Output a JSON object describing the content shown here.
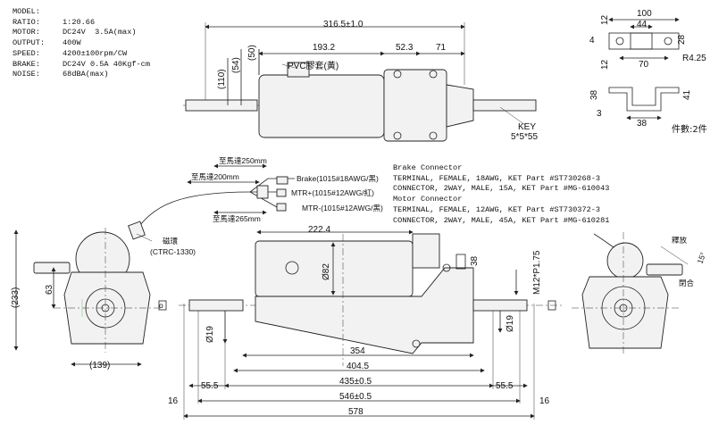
{
  "specs": [
    {
      "k": "MODEL:",
      "v": ""
    },
    {
      "k": "RATIO:",
      "v": "1:20.66"
    },
    {
      "k": "MOTOR:",
      "v": "DC24V  3.5A(max)"
    },
    {
      "k": "OUTPUT:",
      "v": "400W"
    },
    {
      "k": "SPEED:",
      "v": "4200±100rpm/CW"
    },
    {
      "k": "BRAKE:",
      "v": "DC24V 0.5A 40Kgf-cm"
    },
    {
      "k": "NOISE:",
      "v": "68dBA(max)"
    }
  ],
  "notes": [
    "Brake Connector",
    "TERMINAL, FEMALE, 18AWG, KET Part #ST730268-3",
    "CONNECTOR, 2WAY, MALE, 15A, KET Part #MG-610043",
    "Motor Connector",
    "TERMINAL, FEMALE, 12AWG, KET Part #ST730372-3",
    "CONNECTOR, 2WAY, MALE, 45A, KET Part #MG-610281"
  ],
  "qty": "件數:2件",
  "top": {
    "d316": "316.5±1.0",
    "d193": "193.2",
    "d523": "52.3",
    "d71": "71",
    "d110": "(110)",
    "d54": "(54)",
    "d50": "(50)",
    "pvc": "PVC膠套(黃)",
    "key1": "KEY",
    "key2": "5*5*55"
  },
  "bracket": {
    "d100": "100",
    "d44": "44",
    "d12a": "12",
    "d4": "4",
    "d28": "28",
    "d12b": "12",
    "d70": "70",
    "r": "R4.25",
    "d38a": "38",
    "d3": "3",
    "d41": "41",
    "d38b": "38"
  },
  "wires": {
    "w250": "至馬達250mm",
    "w200": "至馬達200mm",
    "w265": "至馬達265mm",
    "brake": "Brake(1015#18AWG/黑)",
    "mtrp": "MTR+(1015#12AWG/紅)",
    "mtrm": "MTR-(1015#12AWG/黑)"
  },
  "left": {
    "ring1": "磁環",
    "ring2": "(CTRC-1330)",
    "d233": "(233)",
    "d63": "63",
    "d139": "(139)"
  },
  "front": {
    "d2224": "222.4",
    "d82": "Ø82",
    "d38": "38",
    "d19a": "Ø19",
    "d19b": "Ø19",
    "m12": "M12*P1.75",
    "d354": "354",
    "d4045": "404.5",
    "d435": "435±0.5",
    "d546": "546±0.5",
    "d578": "578",
    "d555a": "55.5",
    "d555b": "55.5",
    "d16a": "16",
    "d16b": "16"
  },
  "right": {
    "rel": "釋放",
    "lock": "閉合",
    "ang": "15°"
  }
}
